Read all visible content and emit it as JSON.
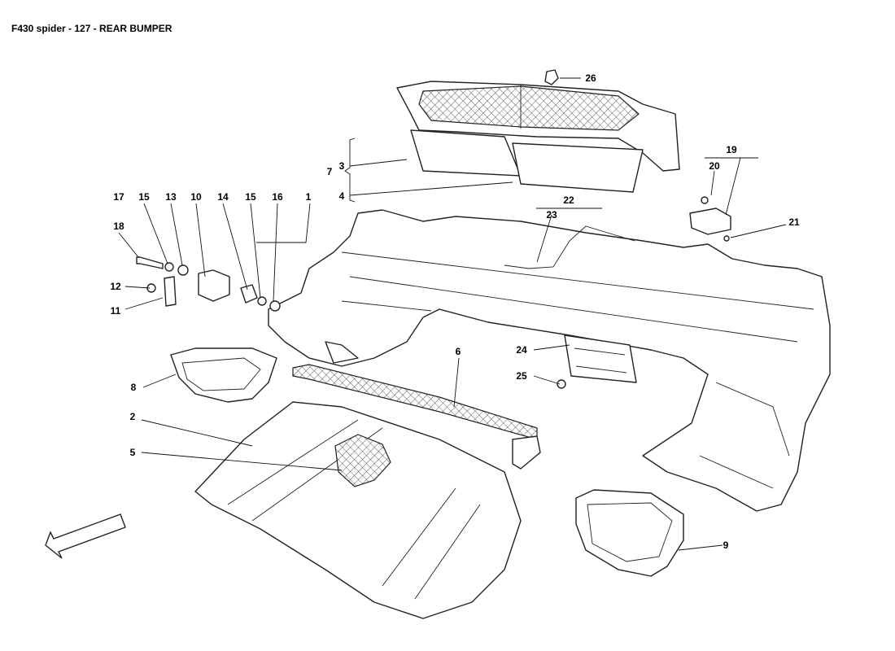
{
  "title": "F430 spider - 127 - REAR BUMPER",
  "callouts": [
    "1",
    "2",
    "3",
    "4",
    "5",
    "6",
    "7",
    "8",
    "9",
    "10",
    "11",
    "12",
    "13",
    "14",
    "15",
    "15",
    "16",
    "17",
    "18",
    "19",
    "20",
    "21",
    "22",
    "23",
    "24",
    "25",
    "26"
  ],
  "icons": {
    "direction_arrow": "arrow-front-icon"
  }
}
